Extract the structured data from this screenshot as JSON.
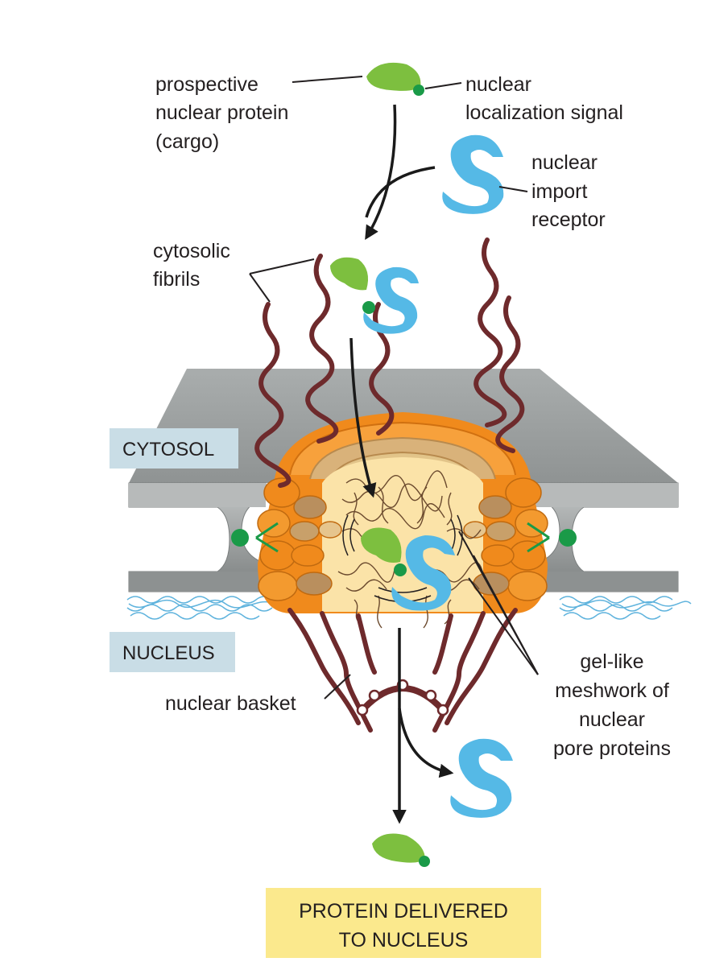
{
  "labels": {
    "cargo": [
      "prospective",
      "nuclear protein",
      "(cargo)"
    ],
    "nls": [
      "nuclear",
      "localization signal"
    ],
    "receptor": [
      "nuclear",
      "import",
      "receptor"
    ],
    "fibrils": [
      "cytosolic",
      "fibrils"
    ],
    "cytosol": "CYTOSOL",
    "nucleus": "NUCLEUS",
    "basket": "nuclear basket",
    "meshwork": [
      "gel-like",
      "meshwork of",
      "nuclear",
      "pore proteins"
    ],
    "final": [
      "PROTEIN DELIVERED",
      "TO NUCLEUS"
    ]
  },
  "colors": {
    "cargo": "#7dbf3f",
    "nls": "#1a9a48",
    "receptor": "#55b9e6",
    "fibril": "#6e2a2c",
    "membrane": "#9ea2a2",
    "pore_orange": "#f08a1c",
    "pore_tan": "#c8a06a",
    "label_box": "#c9dde6",
    "final_box": "#fbe98d",
    "chromatin": "#5fb3dd"
  }
}
